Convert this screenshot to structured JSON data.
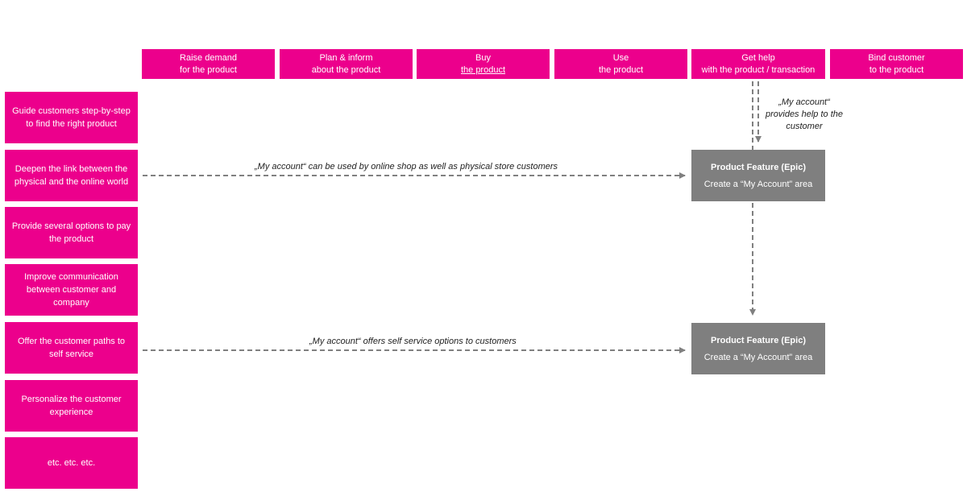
{
  "columns": [
    {
      "line1": "Raise demand",
      "line2": "for the product"
    },
    {
      "line1": "Plan & inform",
      "line2": "about the product"
    },
    {
      "line1": "Buy",
      "line2": "the product"
    },
    {
      "line1": "Use",
      "line2": "the product"
    },
    {
      "line1": "Get help",
      "line2": "with the product / transaction"
    },
    {
      "line1": "Bind customer",
      "line2": "to the product"
    }
  ],
  "rows": [
    "Guide customers step-by-step\nto find the right product",
    "Deepen the link between the\nphysical and the online world",
    "Provide several options to pay\nthe product",
    "Improve communication\nbetween customer and\ncompany",
    "Offer the customer paths to\nself service",
    "Personalize the customer\nexperience",
    "etc. etc. etc."
  ],
  "features": [
    {
      "title": "Product Feature (Epic)",
      "subtitle": "Create a “My Account” area"
    },
    {
      "title": "Product Feature (Epic)",
      "subtitle": "Create a “My Account” area"
    }
  ],
  "annotations": {
    "help": "„My account“\nprovides help to the\ncustomer",
    "link": "„My account“ can be used by online shop as well as physical store customers",
    "self_service": "„My account“ offers self service options to customers"
  },
  "colors": {
    "magenta": "#ec008c",
    "feature_gray": "#7f7f7f",
    "connector": "#808080"
  }
}
